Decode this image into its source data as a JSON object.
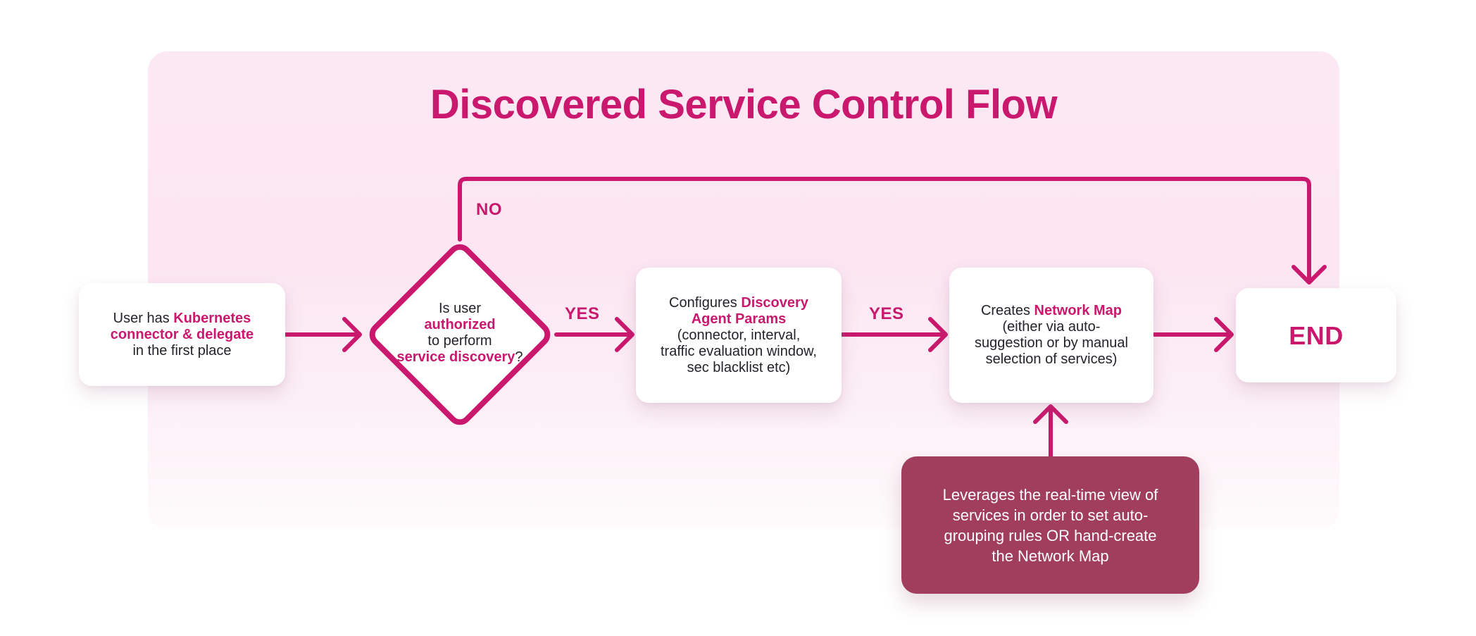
{
  "title": "Discovered Service Control Flow",
  "colors": {
    "accent": "#C9186D",
    "panel_top": "#FCE8F3",
    "panel_bottom": "#FEFBFC",
    "node_bg": "#FFFFFF",
    "text": "#22242A",
    "note_bg": "#A23E5D",
    "note_text": "#FFFFFF"
  },
  "labels": {
    "no": "NO",
    "yes1": "YES",
    "yes2": "YES"
  },
  "nodes": {
    "start": {
      "lines": [
        [
          "User has ",
          "Kubernetes"
        ],
        [
          "connector & delegate"
        ],
        [
          "in the first place"
        ]
      ]
    },
    "decision": {
      "lines": [
        [
          "Is user"
        ],
        [
          "authorized"
        ],
        [
          "to perform"
        ],
        [
          "service discovery",
          "?"
        ]
      ]
    },
    "configure": {
      "lines": [
        [
          "Configures ",
          "Discovery"
        ],
        [
          "Agent Params"
        ],
        [
          "(connector, interval,"
        ],
        [
          "traffic evaluation window,"
        ],
        [
          "sec blacklist etc)"
        ]
      ]
    },
    "create": {
      "lines": [
        [
          "Creates ",
          "Network Map"
        ],
        [
          "(either via auto-"
        ],
        [
          "suggestion or by manual"
        ],
        [
          "selection of services)"
        ]
      ]
    },
    "end": {
      "label": "END"
    },
    "note": {
      "lines": [
        [
          "Leverages the real-time view of"
        ],
        [
          "services in order to set auto-"
        ],
        [
          "grouping rules OR hand-create"
        ],
        [
          "the Network Map"
        ]
      ]
    }
  }
}
